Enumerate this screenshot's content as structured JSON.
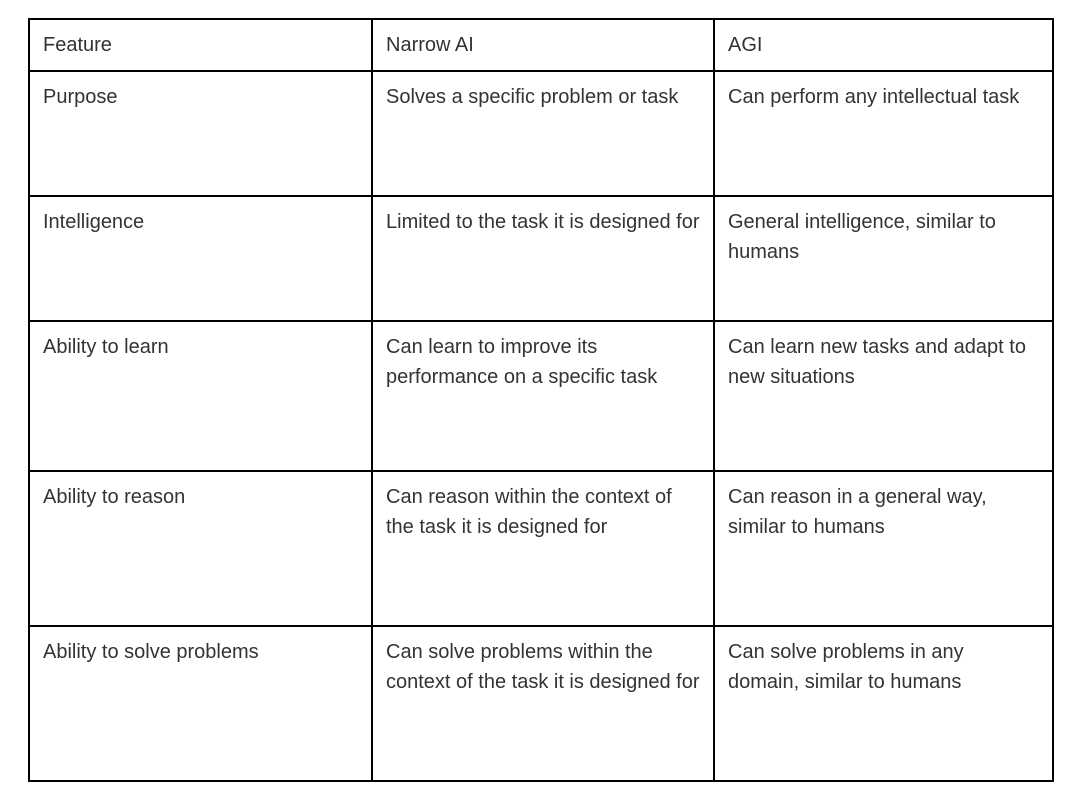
{
  "table": {
    "headers": {
      "feature": "Feature",
      "narrow_ai": "Narrow AI",
      "agi": "AGI"
    },
    "rows": [
      {
        "feature": "Purpose",
        "narrow_ai": "Solves a specific problem or task",
        "agi": "Can perform any intellectual task"
      },
      {
        "feature": "Intelligence",
        "narrow_ai": "Limited to the task it is designed for",
        "agi": "General intelligence, similar to humans"
      },
      {
        "feature": "Ability to learn",
        "narrow_ai": "Can learn to improve its performance on a specific task",
        "agi": "Can learn new tasks and adapt to new situations"
      },
      {
        "feature": "Ability to reason",
        "narrow_ai": "Can reason within the context of the task it is designed for",
        "agi": "Can reason in a general way, similar to humans"
      },
      {
        "feature": "Ability to solve problems",
        "narrow_ai": "Can solve problems within the context of the task it is designed for",
        "agi": "Can solve problems in any domain, similar to humans"
      }
    ],
    "colors": {
      "border": "#000000",
      "text": "#333333",
      "background": "#ffffff"
    }
  }
}
